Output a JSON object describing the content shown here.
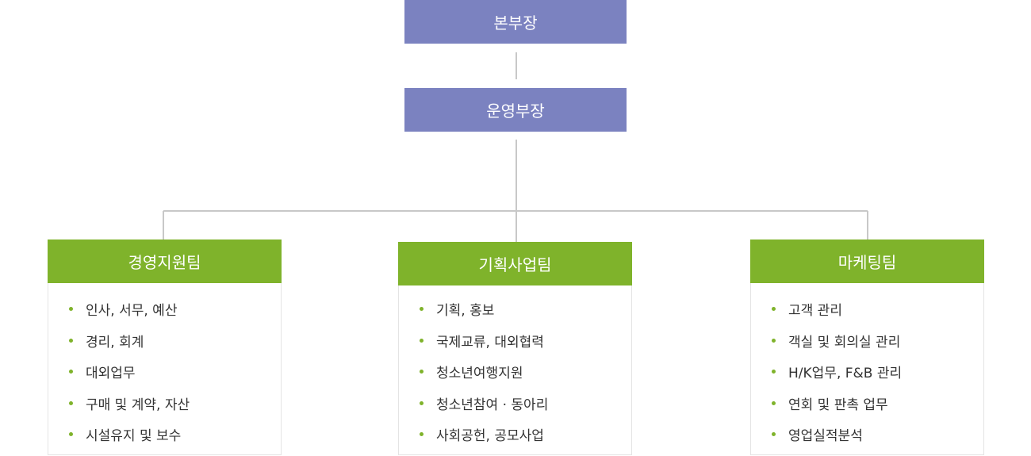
{
  "top": {
    "head_label": "본부장"
  },
  "mid": {
    "manager_label": "운영부장"
  },
  "teams": [
    {
      "title": "경영지원팀",
      "duties": [
        "인사, 서무, 예산",
        "경리, 회계",
        "대외업무",
        "구매 및 계약, 자산",
        "시설유지 및 보수"
      ]
    },
    {
      "title": "기획사업팀",
      "duties": [
        "기획, 홍보",
        "국제교류, 대외협력",
        "청소년여행지원",
        "청소년참여 · 동아리",
        "사회공헌, 공모사업"
      ]
    },
    {
      "title": "마케팅팀",
      "duties": [
        "고객 관리",
        "객실 및 회의실 관리",
        "H/K업무, F&B 관리",
        "연회 및 판촉 업무",
        "영업실적분석"
      ]
    }
  ],
  "colors": {
    "head": "#7b82c0",
    "team": "#7fb32b",
    "line": "#c8c8c8"
  }
}
